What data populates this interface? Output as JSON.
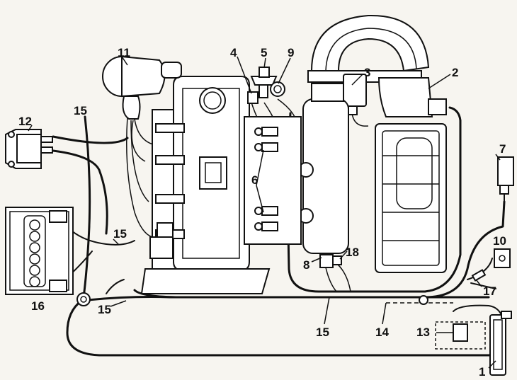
{
  "callouts": [
    {
      "id": "c1",
      "text": "1"
    },
    {
      "id": "c2",
      "text": "2"
    },
    {
      "id": "c3",
      "text": "3"
    },
    {
      "id": "c4",
      "text": "4"
    },
    {
      "id": "c5",
      "text": "5"
    },
    {
      "id": "c6",
      "text": "6"
    },
    {
      "id": "c7",
      "text": "7"
    },
    {
      "id": "c8",
      "text": "8"
    },
    {
      "id": "c9",
      "text": "9"
    },
    {
      "id": "c10",
      "text": "10"
    },
    {
      "id": "c11",
      "text": "11"
    },
    {
      "id": "c12",
      "text": "12"
    },
    {
      "id": "c13",
      "text": "13"
    },
    {
      "id": "c14",
      "text": "14"
    },
    {
      "id": "c15a",
      "text": "15"
    },
    {
      "id": "c15b",
      "text": "15"
    },
    {
      "id": "c15c",
      "text": "15"
    },
    {
      "id": "c15d",
      "text": "15"
    },
    {
      "id": "c16",
      "text": "16"
    },
    {
      "id": "c17",
      "text": "17"
    },
    {
      "id": "c18",
      "text": "18"
    }
  ]
}
